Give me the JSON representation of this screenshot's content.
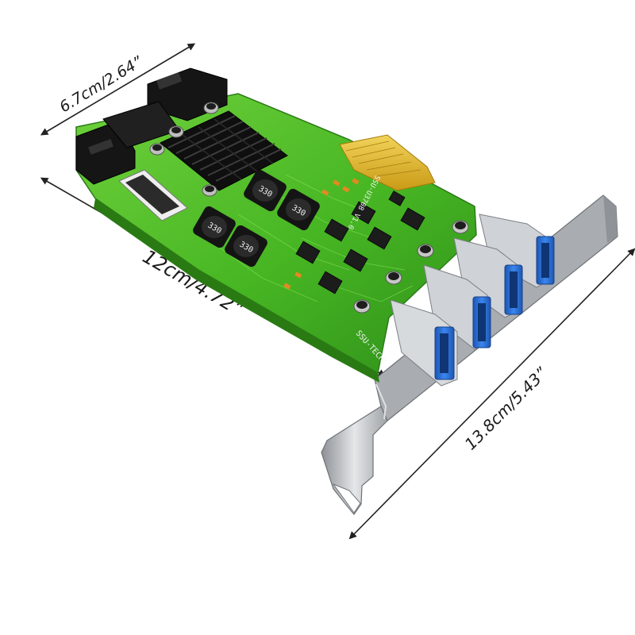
{
  "dimensions": {
    "width_label": "6.7cm/2.64”",
    "length_label": "12cm/4.72”",
    "height_label": "13.8cm/5.43”"
  },
  "board": {
    "model_text": "SSU-U3708 V1.0",
    "brand_text": "SSU-TECH",
    "inductor_marking": "330",
    "port_count": 4,
    "colors": {
      "pcb": "#4fc02a",
      "pcb_dark": "#2f8f1a",
      "bracket": "#bfc3c7",
      "usb_blue": "#2a6fd6",
      "gold_finger": "#e3b92a",
      "heatsink": "#1a1a1a"
    }
  }
}
